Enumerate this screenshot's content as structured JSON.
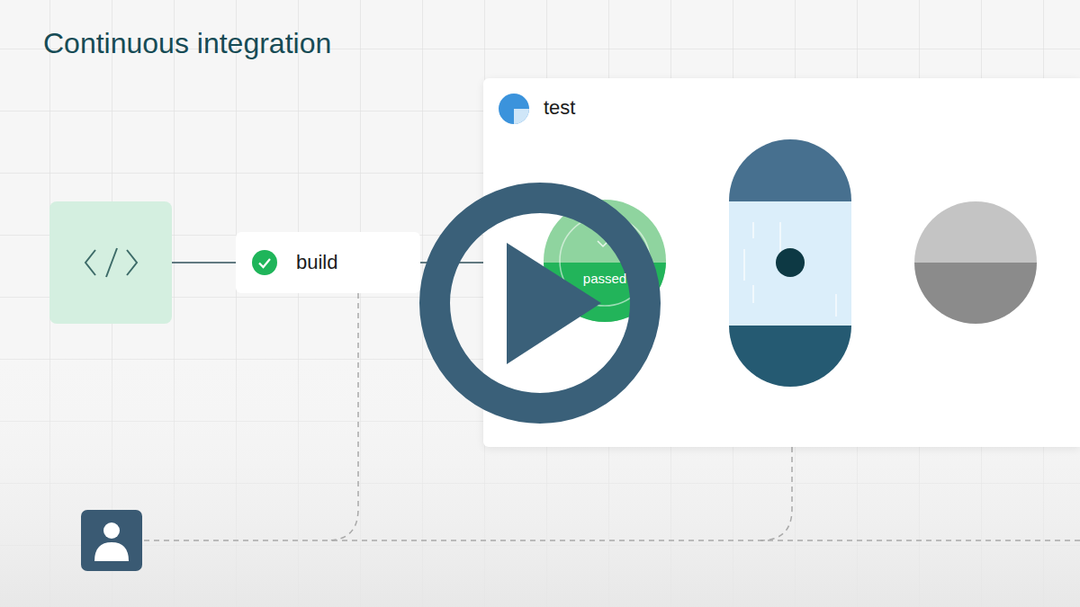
{
  "diagram": {
    "title": "Continuous integration",
    "nodes": [
      {
        "text": [
          "build"
        ]
      },
      {
        "text": [
          "test"
        ]
      },
      {
        "text": [
          "passed"
        ],
        "in": 1
      }
    ],
    "edges": [
      {
        "from": 0,
        "to": 1,
        "arrow": "none"
      }
    ]
  }
}
